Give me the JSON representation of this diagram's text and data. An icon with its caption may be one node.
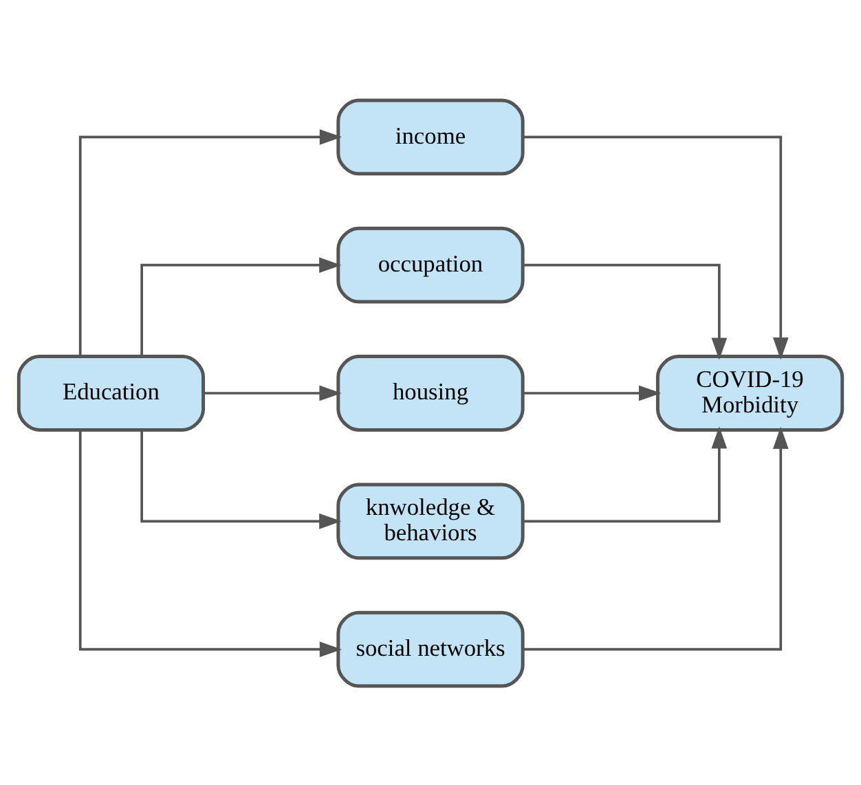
{
  "diagram": {
    "nodes": [
      {
        "text": [
          "Education"
        ]
      },
      {
        "text": [
          "income"
        ]
      },
      {
        "text": [
          "occupation"
        ]
      },
      {
        "text": [
          "housing"
        ]
      },
      {
        "text": [
          "knwoledge & behaviors"
        ]
      },
      {
        "text": [
          "social networks"
        ]
      },
      {
        "text": [
          "COVID-19 Morbidity"
        ]
      }
    ],
    "edges": [
      {
        "from": 0,
        "to": 1,
        "arrow": "to"
      },
      {
        "from": 0,
        "to": 2,
        "arrow": "to"
      },
      {
        "from": 0,
        "to": 3,
        "arrow": "to"
      },
      {
        "from": 0,
        "to": 4,
        "arrow": "to"
      },
      {
        "from": 0,
        "to": 5,
        "arrow": "to"
      },
      {
        "from": 1,
        "to": 6,
        "arrow": "to"
      },
      {
        "from": 2,
        "to": 6,
        "arrow": "to"
      },
      {
        "from": 3,
        "to": 6,
        "arrow": "to"
      },
      {
        "from": 4,
        "to": 6,
        "arrow": "to"
      },
      {
        "from": 5,
        "to": 6,
        "arrow": "to"
      }
    ]
  }
}
